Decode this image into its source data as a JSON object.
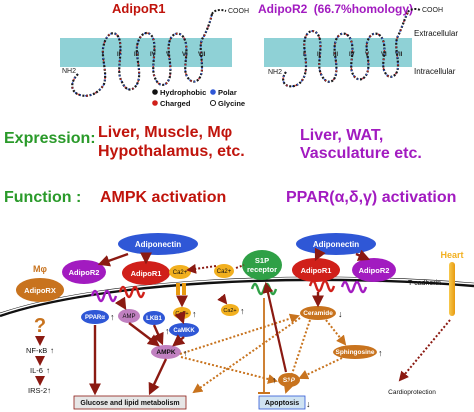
{
  "top": {
    "adipor1_title": "AdipoR1",
    "adipor2_title": "AdipoR2",
    "adipor2_homology": "(66.7%homology)",
    "cooh_left": "COOH",
    "cooh_right": "COOH",
    "nh2_left": "NH2",
    "nh2_right": "NH2",
    "extracellular": "Extracellular",
    "intracellular": "Intracellular",
    "helix_labels_left": [
      "I",
      "II",
      "III",
      "IV",
      "V",
      "VI",
      "VII"
    ],
    "helix_labels_right": [
      "I",
      "II",
      "III",
      "IV",
      "V",
      "VI",
      "VII"
    ],
    "legend": {
      "hydrophobic": "Hydrophobic",
      "polar": "Polar",
      "charged": "Charged",
      "glycine": "Glycine"
    }
  },
  "expression": {
    "label": "Expression:",
    "adipor1_line1": "Liver, Muscle, Mφ",
    "adipor1_line2": "Hypothalamus, etc.",
    "adipor2_line1": "Liver, WAT,",
    "adipor2_line2": "Vasculature etc."
  },
  "function": {
    "label": "Function :",
    "adipor1": "AMPK activation",
    "adipor2": "PPAR(α,δ,γ) activation"
  },
  "pathway": {
    "mphi": "Mφ",
    "adiporx": "AdipoRX",
    "question": "?",
    "nfkb": "NF-κB",
    "il6": "IL-6",
    "irs2": "IRS-2",
    "adiponectin_left": "Adiponectin",
    "adiponectin_right": "Adiponectin",
    "adipor2_left": "AdipoR2",
    "adipor1_left": "AdipoR1",
    "adipor1_right": "AdipoR1",
    "adipor2_right": "AdipoR2",
    "ca_left": "Ca2+",
    "ca_mid": "Ca2+",
    "ca_cyto1": "Ca2+",
    "ca_cyto2": "Ca2+",
    "s1p_receptor_1": "S1P",
    "s1p_receptor_2": "receptor",
    "ppara": "PPARα",
    "amp": "AMP",
    "lkb1": "LKB1",
    "camkk": "CaMKK",
    "ampk": "AMPK",
    "ceramide": "Ceramide",
    "sphingosine": "Sphingosine",
    "s1p": "S1P",
    "glucose": "Glucose and lipid metabolism",
    "apoptosis": "Apoptosis",
    "heart": "Heart",
    "tcadherin": "T-cadherin",
    "cardioprotection": "Cardioprotection"
  },
  "colors": {
    "dark_red": "#8b1a12",
    "bright_red": "#d0201a",
    "purple": "#a21bc0",
    "blue_oval": "#2f57d6",
    "green": "#2fa046",
    "orange": "#c8731e",
    "teal_membrane": "#8fd1d6",
    "heart_gold": "#f2b01f"
  }
}
